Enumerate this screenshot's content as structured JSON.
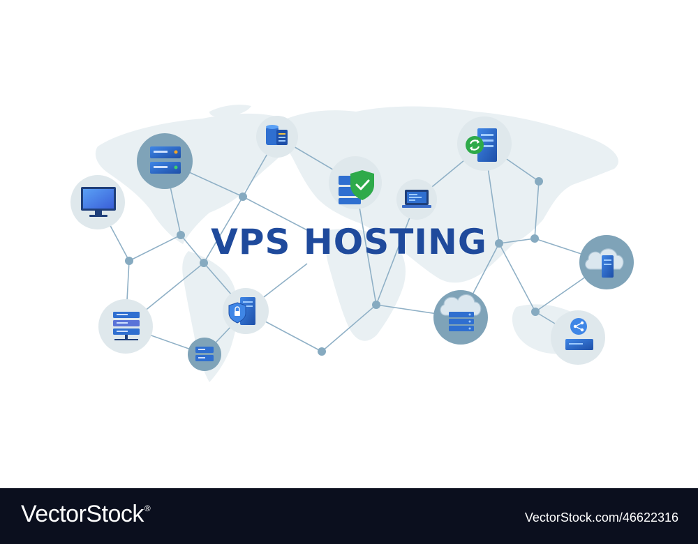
{
  "headline": "VPS HOSTING",
  "footer": {
    "brand": "VectorStock",
    "brand_mark": "®",
    "image_id": "VectorStock.com/46622316"
  },
  "colors": {
    "headline": "#1f4a9c",
    "node_light": "#dfe8ec",
    "node_dark": "#7fa3b8",
    "line": "#8fb0c6",
    "dot": "#86aac0",
    "server_blue": "#2f6fd0",
    "shield_green": "#2eaa4a",
    "footer_bg": "#0b0f1e"
  },
  "icons": [
    "monitor-icon",
    "server-rack-icon",
    "database-icon",
    "shield-check-icon",
    "laptop-code-icon",
    "server-sync-icon",
    "cloud-server-icon",
    "share-server-icon",
    "server-stack-icon",
    "small-server-icon",
    "secure-server-icon",
    "cloud-rack-icon"
  ]
}
